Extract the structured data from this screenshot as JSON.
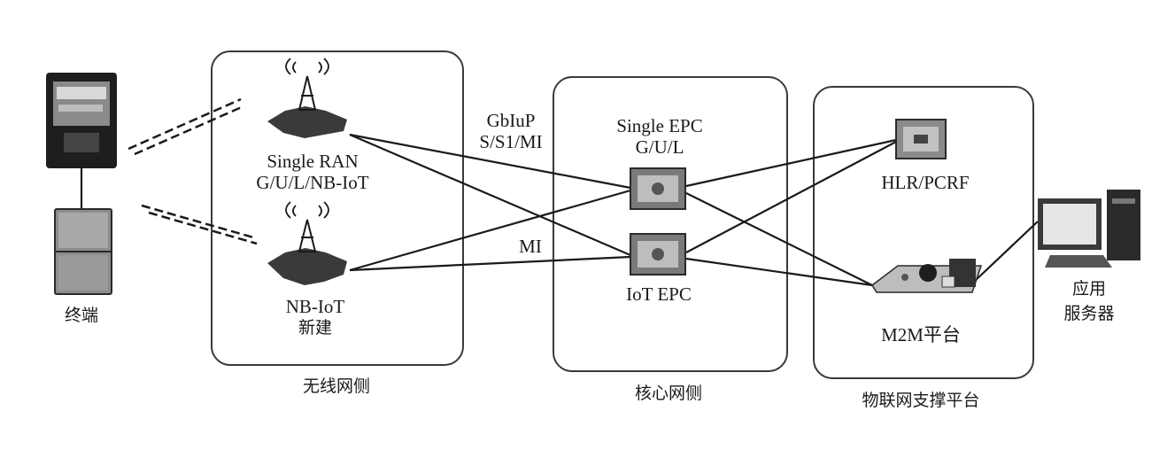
{
  "terminal": {
    "label": "终端"
  },
  "wireless": {
    "group_label": "无线网侧",
    "single_ran": {
      "line1": "Single RAN",
      "line2": "G/U/L/NB-IoT"
    },
    "nbiot": {
      "line1": "NB-IoT",
      "line2": "新建"
    }
  },
  "interfaces": {
    "upper_line1": "GbIuP",
    "upper_line2": "S/S1/MI",
    "lower": "MI"
  },
  "core": {
    "group_label": "核心网侧",
    "single_epc": {
      "line1": "Single EPC",
      "line2": "G/U/L"
    },
    "iot_epc": {
      "label": "IoT EPC"
    }
  },
  "platform": {
    "group_label": "物联网支撑平台",
    "hlr": {
      "label": "HLR/PCRF"
    },
    "m2m": {
      "label": "M2M平台"
    }
  },
  "app_server": {
    "line1": "应用",
    "line2": "服务器"
  }
}
